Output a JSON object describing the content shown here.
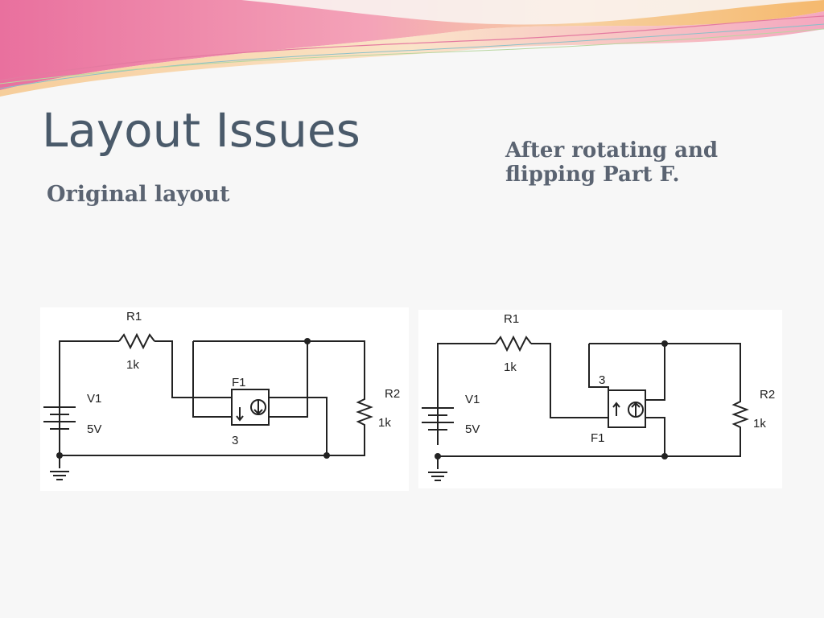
{
  "slide": {
    "title": "Layout Issues",
    "left_caption": "Original layout",
    "right_caption": "After rotating and flipping Part F."
  },
  "circuit_original": {
    "r1_label": "R1",
    "r1_value": "1k",
    "v1_label": "V1",
    "v1_value": "5V",
    "f1_label": "F1",
    "f1_pin": "3",
    "r2_label": "R2",
    "r2_value": "1k"
  },
  "circuit_rotated": {
    "r1_label": "R1",
    "r1_value": "1k",
    "v1_label": "V1",
    "v1_value": "5V",
    "f1_label": "F1",
    "f1_pin": "3",
    "r2_label": "R2",
    "r2_value": "1k"
  },
  "colors": {
    "banner_pink": "#f08bb0",
    "banner_orange": "#f6c07a",
    "title": "#4a5a6a",
    "caption": "#5b6472"
  }
}
